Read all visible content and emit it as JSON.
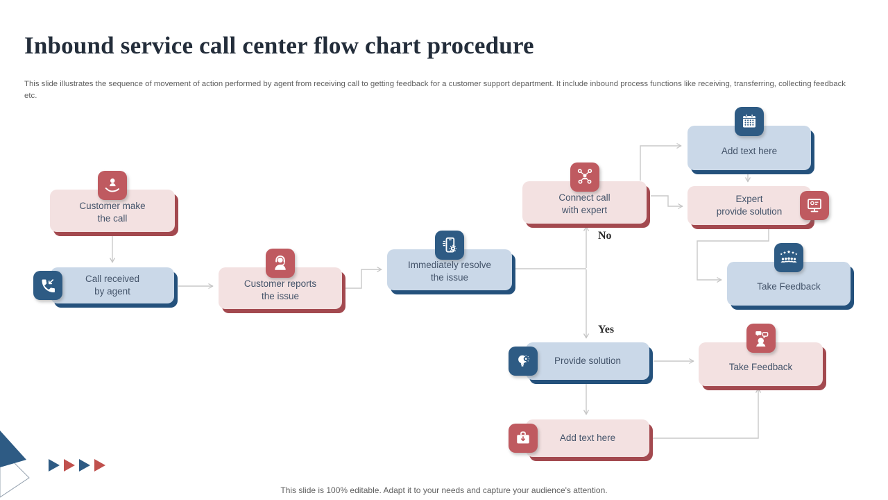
{
  "slide": {
    "title": "Inbound service call center flow chart procedure",
    "description": "This slide illustrates the sequence of movement of action performed by agent from receiving call to getting feedback for a customer support department. It include inbound process functions like receiving, transferring, collecting feedback etc.",
    "footer": "This slide is 100% editable. Adapt it to your needs and capture your audience's attention."
  },
  "decision_labels": {
    "no": "No",
    "yes": "Yes"
  },
  "nodes": [
    {
      "id": "customer-make-call",
      "label": "Customer make\nthe call",
      "variant": "pink",
      "icon": "hand-person-icon"
    },
    {
      "id": "call-received-by-agent",
      "label": "Call received\nby agent",
      "variant": "blue",
      "icon": "incoming-call-icon"
    },
    {
      "id": "customer-reports-issue",
      "label": "Customer reports\nthe issue",
      "variant": "pink",
      "icon": "support-agent-icon"
    },
    {
      "id": "immediately-resolve-issue",
      "label": "Immediately resolve\nthe issue",
      "variant": "blue",
      "icon": "mobile-settings-icon"
    },
    {
      "id": "connect-call-with-expert",
      "label": "Connect call\nwith expert",
      "variant": "pink",
      "icon": "people-network-icon"
    },
    {
      "id": "add-text-here-top",
      "label": "Add text here",
      "variant": "blue",
      "icon": "calendar-icon"
    },
    {
      "id": "expert-provide-solution",
      "label": "Expert\nprovide solution",
      "variant": "pink",
      "icon": "monitor-icon"
    },
    {
      "id": "take-feedback-upper",
      "label": "Take Feedback",
      "variant": "blue",
      "icon": "rating-crowd-icon"
    },
    {
      "id": "provide-solution",
      "label": "Provide solution",
      "variant": "blue",
      "icon": "idea-gear-icon"
    },
    {
      "id": "take-feedback-lower",
      "label": "Take Feedback",
      "variant": "pink",
      "icon": "customer-feedback-icon"
    },
    {
      "id": "add-text-here-bottom",
      "label": "Add text here",
      "variant": "pink",
      "icon": "briefcase-download-icon"
    }
  ],
  "colors": {
    "pink_fill": "#F3E1E1",
    "pink_shadow": "#A3494F",
    "red_icon_bg": "#BF5A60",
    "blue_fill": "#CAD8E8",
    "blue_shadow": "#24517C",
    "blue_icon_bg": "#2E5B84",
    "box_text": "#44546A",
    "connector": "#C6C6C6",
    "title_text": "#232D3A",
    "body_text": "#5F5F5F",
    "accent_red_triangle": "#C0504D"
  }
}
